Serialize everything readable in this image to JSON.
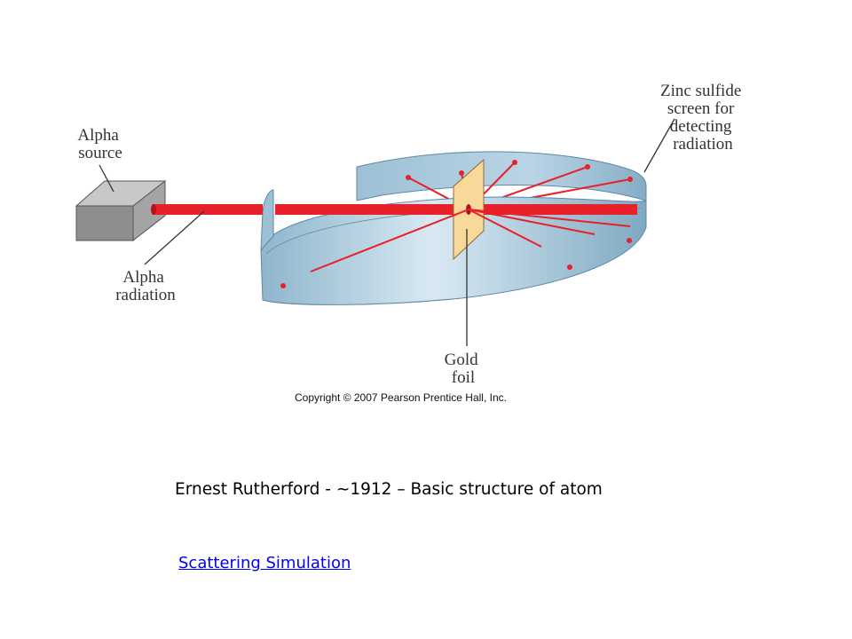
{
  "diagram": {
    "labels": {
      "alpha_source": [
        "Alpha",
        "source"
      ],
      "alpha_radiation": [
        "Alpha",
        "radiation"
      ],
      "zinc_screen": [
        "Zinc sulfide",
        "screen for",
        "detecting",
        "radiation"
      ],
      "gold_foil": [
        "Gold",
        "foil"
      ]
    },
    "copyright": "Copyright © 2007 Pearson Prentice Hall, Inc.",
    "colors": {
      "beam": "#e8202a",
      "screen": "#a7c9dd",
      "foil": "#f8d99a",
      "source_box": "#8e8e8e"
    }
  },
  "caption": "Ernest Rutherford - ~1912 – Basic structure of atom",
  "link": {
    "label": "Scattering Simulation"
  }
}
